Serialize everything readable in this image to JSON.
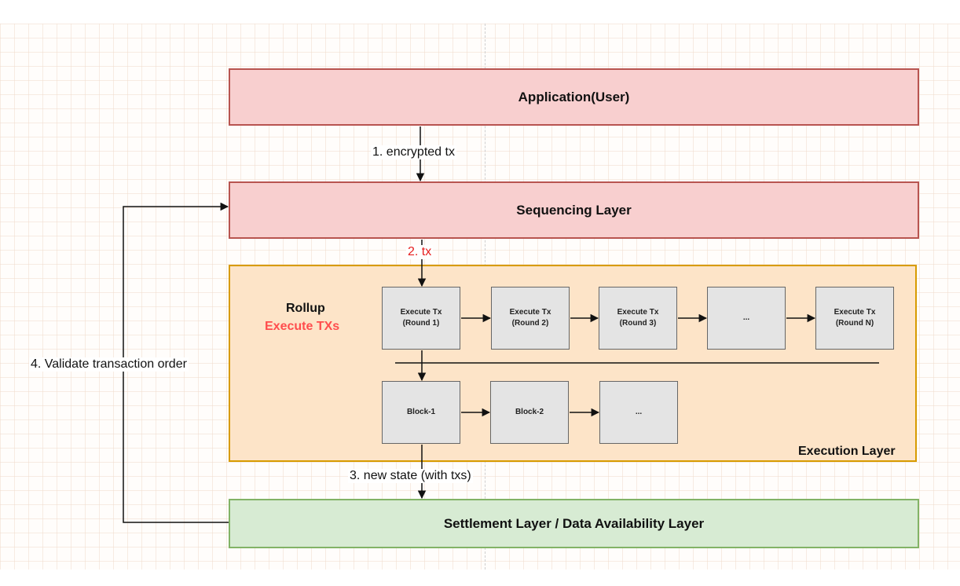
{
  "layers": {
    "application": "Application(User)",
    "sequencing": "Sequencing Layer",
    "execution": "Execution Layer",
    "settlement": "Settlement Layer / Data Availability Layer"
  },
  "rollup": {
    "title": "Rollup",
    "subtitle": "Execute TXs",
    "subtitle_color": "#ff4d4d"
  },
  "execute_boxes": [
    {
      "line1": "Execute Tx",
      "line2": "(Round 1)"
    },
    {
      "line1": "Execute Tx",
      "line2": "(Round 2)"
    },
    {
      "line1": "Execute Tx",
      "line2": "(Round 3)"
    },
    {
      "line1": "...",
      "line2": ""
    },
    {
      "line1": "Execute Tx",
      "line2": "(Round N)"
    }
  ],
  "block_boxes": [
    "Block-1",
    "Block-2",
    "..."
  ],
  "edges": {
    "encrypted_tx": "1. encrypted tx",
    "tx": "2. tx",
    "tx_color": "#e61e1e",
    "new_state": "3. new state (with txs)",
    "validate": "4. Validate transaction order"
  }
}
